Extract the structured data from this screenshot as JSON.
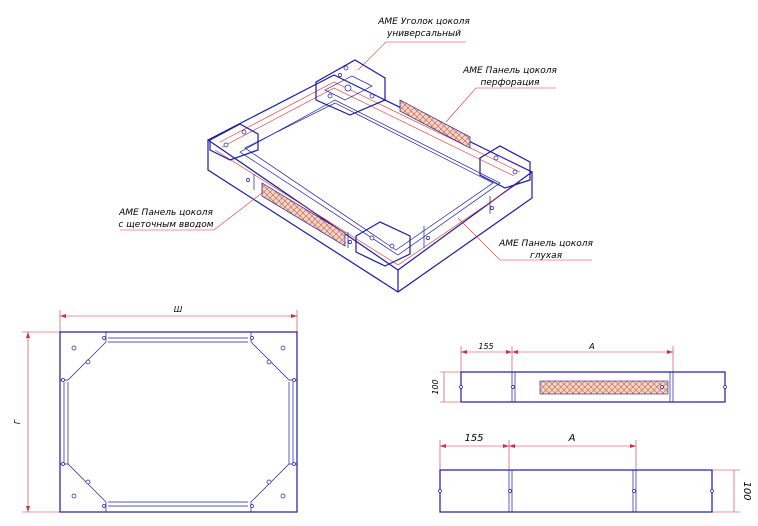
{
  "labels": {
    "corner_line1": "AME Уголок цоколя",
    "corner_line2": "универсальный",
    "perf_line1": "AME Панель цоколя",
    "perf_line2": "перфорация",
    "brush_line1": "AME Панель цоколя",
    "brush_line2": "с щеточным вводом",
    "blind_line1": "AME Панель цоколя",
    "blind_line2": "глухая"
  },
  "dimensions": {
    "width": "Ш",
    "depth": "Г",
    "side1_offset": "155",
    "side1_len": "A",
    "side1_height": "100",
    "side2_offset": "155",
    "side2_len": "A",
    "side2_height": "100"
  },
  "colors": {
    "outline": "#1a1aa8",
    "leader": "#e03030",
    "hatch": "#c85a3c"
  }
}
